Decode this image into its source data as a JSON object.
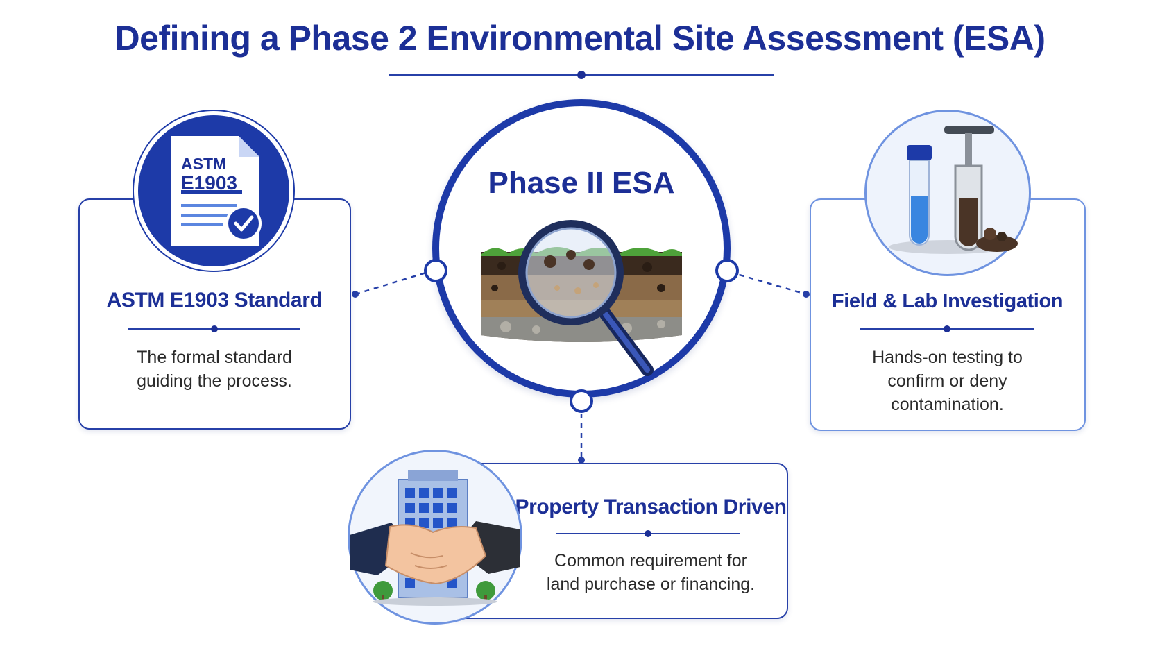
{
  "title": "Defining a Phase 2 Environmental Site Assessment (ESA)",
  "center": {
    "label": "Phase II ESA",
    "icon": "soil-magnifier-icon"
  },
  "nodes": {
    "standard": {
      "icon": "astm-document-icon",
      "doc_line1": "ASTM",
      "doc_line2": "E1903",
      "title": "ASTM E1903 Standard",
      "desc_lines": [
        "The formal standard",
        "guiding the process."
      ]
    },
    "investigation": {
      "icon": "test-tube-soil-sampler-icon",
      "title": "Field & Lab Investigation",
      "desc_lines": [
        "Hands-on testing to",
        "confirm or deny",
        "contamination."
      ]
    },
    "transaction": {
      "icon": "handshake-building-icon",
      "title": "Property Transaction Driven",
      "desc_lines": [
        "Common requirement for",
        "land purchase or financing."
      ]
    }
  },
  "colors": {
    "primary": "#1c2f96",
    "accent": "#2740a8",
    "light_border": "#6f93e0"
  }
}
